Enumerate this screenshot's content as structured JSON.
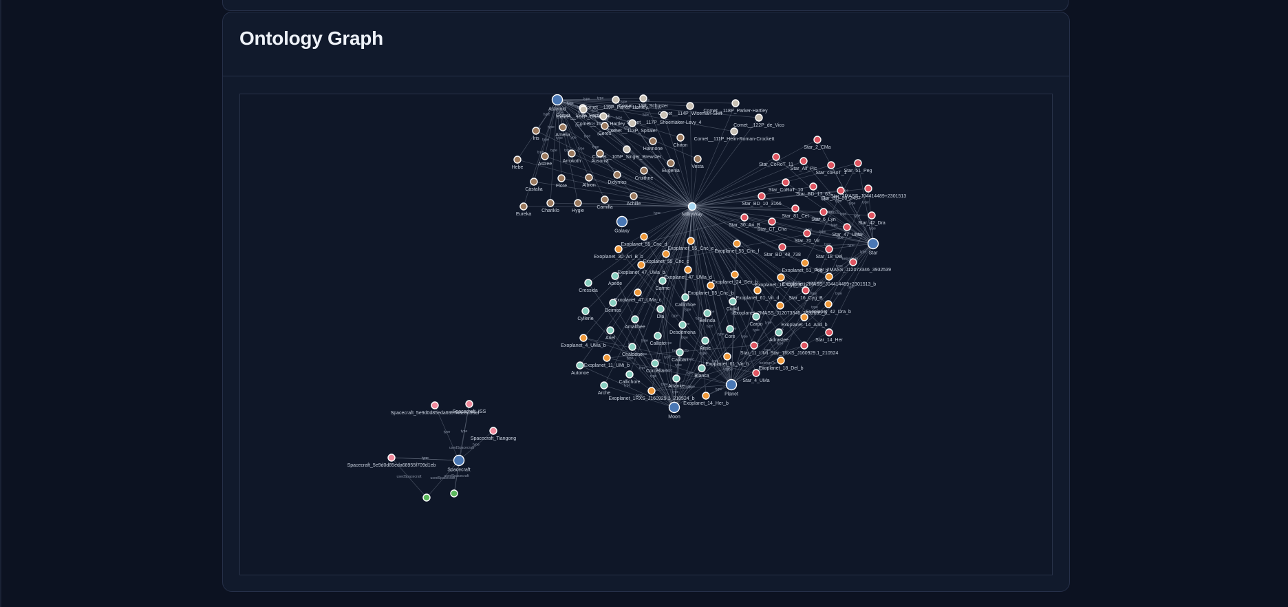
{
  "card": {
    "title": "Ontology Graph"
  },
  "graph": {
    "colors": {
      "hub": "#4a78b5",
      "center": "#a8d7f2",
      "asteroid": "#9c7a5e",
      "comet": "#c9c1b4",
      "star": "#e05561",
      "exoplanet": "#f0993a",
      "moon": "#88cfc0",
      "spacecraft": "#f08a9c",
      "green": "#5cb85c"
    },
    "edge_labels": {
      "type": "type",
      "belongs_to": "belongsTo",
      "used_spacecraft": "usedSpacecraft"
    },
    "nodes": [
      {
        "id": "MilkyWay",
        "label": "MilkyWay",
        "group": "center"
      },
      {
        "id": "Asteroid",
        "label": "Asteroid",
        "group": "hub"
      },
      {
        "id": "Galaxy",
        "label": "Galaxy",
        "group": "hub"
      },
      {
        "id": "Star",
        "label": "Star",
        "group": "hub"
      },
      {
        "id": "Planet",
        "label": "Planet",
        "group": "hub"
      },
      {
        "id": "Moon",
        "label": "Moon",
        "group": "hub"
      },
      {
        "id": "Spacecraft",
        "label": "Spacecraft",
        "group": "hub"
      },
      {
        "id": "Comet_16P",
        "label": "Comet__16P_Schuster",
        "group": "comet"
      },
      {
        "id": "Comet_110P",
        "label": "Comet__110P_Hartley_3",
        "group": "comet"
      },
      {
        "id": "Comet_114P",
        "label": "Comet__114P_Wiseman-Skiff",
        "group": "comet"
      },
      {
        "id": "Comet_118P",
        "label": "Comet__118P_Parker-Hartley",
        "group": "comet"
      },
      {
        "id": "Comet_111P",
        "label": "Comet__111P_Helin-Roman-Crockett",
        "group": "comet"
      },
      {
        "id": "Comet_117P",
        "label": "Comet__117P_Shoemaker-Levy_4",
        "group": "comet"
      },
      {
        "id": "Comet_122P",
        "label": "Comet__122P_de_Vico",
        "group": "comet"
      },
      {
        "id": "Comet_119P",
        "label": "Comet__119P_Parker-Hartley",
        "group": "comet"
      },
      {
        "id": "Comet_101P",
        "label": "Comet__101P_Chernykh",
        "group": "comet"
      },
      {
        "id": "Comet_113P",
        "label": "Comet__113P_Spitaler",
        "group": "comet"
      },
      {
        "id": "Comet_103P",
        "label": "Comet__103P_Hartley_2",
        "group": "comet"
      },
      {
        "id": "Comet_105P",
        "label": "Comet__105P_Singer_Brewster",
        "group": "comet"
      },
      {
        "id": "Iris",
        "label": "Iris",
        "group": "asteroid"
      },
      {
        "id": "Amelia",
        "label": "Amelia",
        "group": "asteroid"
      },
      {
        "id": "Ceres",
        "label": "Ceres",
        "group": "asteroid"
      },
      {
        "id": "Hebe",
        "label": "Hebe",
        "group": "asteroid"
      },
      {
        "id": "Astree",
        "label": "Astree",
        "group": "asteroid"
      },
      {
        "id": "Arrokoth",
        "label": "Arrokoth",
        "group": "asteroid"
      },
      {
        "id": "Ausonia",
        "label": "Ausonia",
        "group": "asteroid"
      },
      {
        "id": "Chiron",
        "label": "Chiron",
        "group": "asteroid"
      },
      {
        "id": "Hannone",
        "label": "Hannone",
        "group": "asteroid"
      },
      {
        "id": "Eugenia",
        "label": "Eugenia",
        "group": "asteroid"
      },
      {
        "id": "Vesta",
        "label": "Vesta",
        "group": "asteroid"
      },
      {
        "id": "Castalia",
        "label": "Castalia",
        "group": "asteroid"
      },
      {
        "id": "Flore",
        "label": "Flore",
        "group": "asteroid"
      },
      {
        "id": "Albion",
        "label": "Albion",
        "group": "asteroid"
      },
      {
        "id": "Didymos",
        "label": "Didymos",
        "group": "asteroid"
      },
      {
        "id": "Cruithne",
        "label": "Cruithne",
        "group": "asteroid"
      },
      {
        "id": "Eureka",
        "label": "Eureka",
        "group": "asteroid"
      },
      {
        "id": "Chariklo",
        "label": "Chariklo",
        "group": "asteroid"
      },
      {
        "id": "Hygie",
        "label": "Hygie",
        "group": "asteroid"
      },
      {
        "id": "Camilla",
        "label": "Camilla",
        "group": "asteroid"
      },
      {
        "id": "Achille",
        "label": "Achille",
        "group": "asteroid"
      },
      {
        "id": "Star_2_CMa",
        "label": "Star_2_CMa",
        "group": "star"
      },
      {
        "id": "Star_CoRoT_11",
        "label": "Star_CoRoT_11",
        "group": "star"
      },
      {
        "id": "Star_Alf_Pic",
        "label": "Star_Alf_Pic",
        "group": "star"
      },
      {
        "id": "Star_coRoT_1",
        "label": "Star_coRoT_1",
        "group": "star"
      },
      {
        "id": "Star_51_Peg",
        "label": "Star_51_Peg",
        "group": "star"
      },
      {
        "id": "Star_CoRoT_10",
        "label": "Star_CoRoT_10",
        "group": "star"
      },
      {
        "id": "Star_BD_17_63",
        "label": "Star_BD_17_63",
        "group": "star"
      },
      {
        "id": "Star_BD_20",
        "label": "Star_BD_20_2457",
        "group": "star"
      },
      {
        "id": "Star_2MASS_J0441",
        "label": "Star_2MASS_J04414489+2301513",
        "group": "star"
      },
      {
        "id": "Star_BD_10_3166",
        "label": "Star_BD_10_3166",
        "group": "star"
      },
      {
        "id": "Star_81_Cet",
        "label": "Star_81_Cet",
        "group": "star"
      },
      {
        "id": "Star_6_Lyn",
        "label": "Star_6_Lyn",
        "group": "star"
      },
      {
        "id": "Star_42_Dra",
        "label": "Star_42_Dra",
        "group": "star"
      },
      {
        "id": "Star_30_Ari_B",
        "label": "Star_30_Ari_B",
        "group": "star"
      },
      {
        "id": "Star_CT_Cha",
        "label": "Star_CT_Cha",
        "group": "star"
      },
      {
        "id": "Star_70_Vir",
        "label": "Star_70_Vir",
        "group": "star"
      },
      {
        "id": "Star_47_UMa",
        "label": "Star_47_UMa",
        "group": "star"
      },
      {
        "id": "Star_BD_48_738",
        "label": "Star_BD_48_738",
        "group": "star"
      },
      {
        "id": "Star_18_Del",
        "label": "Star_18_Del",
        "group": "star"
      },
      {
        "id": "Star_2MASS_J1207",
        "label": "Star_2MASS_J12073346_3932539",
        "group": "star"
      },
      {
        "id": "Star_16_Cyg_B",
        "label": "Star_16_Cyg_B",
        "group": "star"
      },
      {
        "id": "Star_14_Her",
        "label": "Star_14_Her",
        "group": "star"
      },
      {
        "id": "Star_11_UMi",
        "label": "Star_11_UMi",
        "group": "star"
      },
      {
        "id": "Star_1RXS",
        "label": "Star_1RXS_J160929.1_210524",
        "group": "star"
      },
      {
        "id": "Star_4_UMa",
        "label": "Star_4_UMa",
        "group": "star"
      },
      {
        "id": "Exo_55_Cnc_d",
        "label": "Exoplanet_55_Cnc_d",
        "group": "exoplanet"
      },
      {
        "id": "Exo_30_Ari_B_b",
        "label": "Exoplanet_30_Ari_B_b",
        "group": "exoplanet"
      },
      {
        "id": "Exo_55_Cnc_c",
        "label": "Exoplanet_55_Cnc_c",
        "group": "exoplanet"
      },
      {
        "id": "Exo_47_UMa_b",
        "label": "Exoplanet_47_UMa_b",
        "group": "exoplanet"
      },
      {
        "id": "Exo_55_Cnc_e",
        "label": "Exoplanet_55_Cnc_e",
        "group": "exoplanet"
      },
      {
        "id": "Exo_55_Cnc_f",
        "label": "Exoplanet_55_Cnc_f",
        "group": "exoplanet"
      },
      {
        "id": "Exo_51_Peg_b",
        "label": "Exoplanet_51_Peg_b",
        "group": "exoplanet"
      },
      {
        "id": "Exo_47_UMa_d",
        "label": "Exoplanet_47_UMa_d",
        "group": "exoplanet"
      },
      {
        "id": "Exo_24_Sex_b",
        "label": "Exoplanet_24_Sex_b",
        "group": "exoplanet"
      },
      {
        "id": "Exo_16_Cyg_B_b",
        "label": "Exoplanet_16_Cyg_B_b",
        "group": "exoplanet"
      },
      {
        "id": "Exo_2MASS_J0441_b",
        "label": "Exoplanet_2MASS_J04414489+2301513_b",
        "group": "exoplanet"
      },
      {
        "id": "Exo_47_UMa_c",
        "label": "Exoplanet_47_UMa_c",
        "group": "exoplanet"
      },
      {
        "id": "Exo_55_Cnc_b",
        "label": "Exoplanet_55_Cnc_b",
        "group": "exoplanet"
      },
      {
        "id": "Exo_61_Vir_d",
        "label": "Exoplanet_61_Vir_d",
        "group": "exoplanet"
      },
      {
        "id": "Exo_42_Dra_b",
        "label": "Exoplanet_42_Dra_b",
        "group": "exoplanet"
      },
      {
        "id": "Exo_2MASS_J1207_b",
        "label": "Exoplanet_2MASS_J12073346_3932539_b",
        "group": "exoplanet"
      },
      {
        "id": "Exo_14_And_b",
        "label": "Exoplanet_14_And_b",
        "group": "exoplanet"
      },
      {
        "id": "Exo_4_UMa_b",
        "label": "Exoplanet_4_UMa_b",
        "group": "exoplanet"
      },
      {
        "id": "Exo_11_UMi_b",
        "label": "Exoplanet_11_UMi_b",
        "group": "exoplanet"
      },
      {
        "id": "Exo_61_Vir_b",
        "label": "Exoplanet_61_Vir_b",
        "group": "exoplanet"
      },
      {
        "id": "Exo_18_Del_b",
        "label": "Exoplanet_18_Del_b",
        "group": "exoplanet"
      },
      {
        "id": "Exo_1RXS_b",
        "label": "Exoplanet_1RXS_J160929.1_210524_b",
        "group": "exoplanet"
      },
      {
        "id": "Exo_14_Her_b",
        "label": "Exoplanet_14_Her_b",
        "group": "exoplanet"
      },
      {
        "id": "Cressida",
        "label": "Cressida",
        "group": "moon"
      },
      {
        "id": "Apede",
        "label": "Apede",
        "group": "moon"
      },
      {
        "id": "Carme",
        "label": "Carme",
        "group": "moon"
      },
      {
        "id": "Callirrhoe",
        "label": "Callirrhoe",
        "group": "moon"
      },
      {
        "id": "Deimos",
        "label": "Deimos",
        "group": "moon"
      },
      {
        "id": "Cupid",
        "label": "Cupid",
        "group": "moon"
      },
      {
        "id": "Cyllene",
        "label": "Cyllene",
        "group": "moon"
      },
      {
        "id": "Dia",
        "label": "Dia",
        "group": "moon"
      },
      {
        "id": "Belinda",
        "label": "Belinda",
        "group": "moon"
      },
      {
        "id": "Carpo",
        "label": "Carpo",
        "group": "moon"
      },
      {
        "id": "Amalthee",
        "label": "Amalthee",
        "group": "moon"
      },
      {
        "id": "Desdemona",
        "label": "Desdemona",
        "group": "moon"
      },
      {
        "id": "Ariel",
        "label": "Ariel",
        "group": "moon"
      },
      {
        "id": "Core",
        "label": "Core",
        "group": "moon"
      },
      {
        "id": "Adrastee",
        "label": "Adrastee",
        "group": "moon"
      },
      {
        "id": "Callisto",
        "label": "Callisto",
        "group": "moon"
      },
      {
        "id": "Aitne",
        "label": "Aitne",
        "group": "moon"
      },
      {
        "id": "Chaldene",
        "label": "Chaldene",
        "group": "moon"
      },
      {
        "id": "Caliban",
        "label": "Caliban",
        "group": "moon"
      },
      {
        "id": "Autonoe",
        "label": "Autonoe",
        "group": "moon"
      },
      {
        "id": "Cordelia",
        "label": "Cordelia",
        "group": "moon"
      },
      {
        "id": "Bianca",
        "label": "Bianca",
        "group": "moon"
      },
      {
        "id": "Callichore",
        "label": "Callichore",
        "group": "moon"
      },
      {
        "id": "Ananke",
        "label": "Ananke",
        "group": "moon"
      },
      {
        "id": "Arche",
        "label": "Arche",
        "group": "moon"
      },
      {
        "id": "Craft_5e9d_a",
        "label": "Spacecraft_5e9d0d85eda69974ae8d59ef",
        "group": "spacecraft"
      },
      {
        "id": "Craft_ISS",
        "label": "Spacecraft_ISS",
        "group": "spacecraft"
      },
      {
        "id": "Craft_Tiangong",
        "label": "Spacecraft_Tiangong",
        "group": "spacecraft"
      },
      {
        "id": "Craft_5e9d_b",
        "label": "Spacecraft_5e9d0d85eda68955f709d1eb",
        "group": "spacecraft"
      },
      {
        "id": "Mission_1",
        "label": "",
        "group": "green"
      },
      {
        "id": "Mission_2",
        "label": "",
        "group": "green"
      }
    ]
  }
}
